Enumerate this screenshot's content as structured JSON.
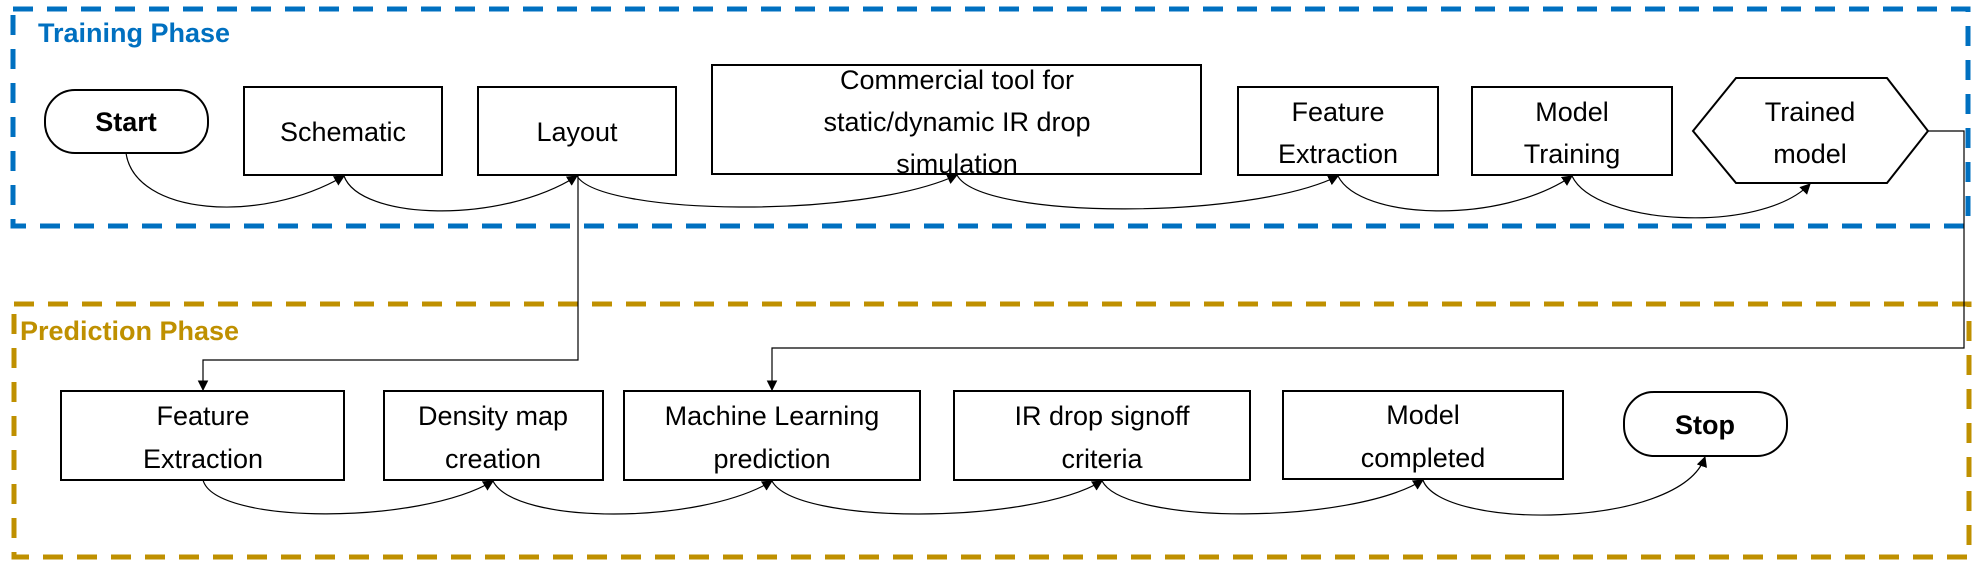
{
  "colors": {
    "training": "#0070C0",
    "prediction": "#BF9000",
    "stroke": "#000000",
    "background": "#FFFFFF"
  },
  "training_phase": {
    "label": "Training Phase",
    "nodes": [
      {
        "id": "start",
        "shape": "terminator",
        "lines": [
          "Start"
        ],
        "bold": true
      },
      {
        "id": "schematic",
        "shape": "process",
        "lines": [
          "Schematic"
        ]
      },
      {
        "id": "layout",
        "shape": "process",
        "lines": [
          "Layout"
        ]
      },
      {
        "id": "commercial-tool",
        "shape": "process",
        "lines": [
          "Commercial tool for",
          "static/dynamic IR drop",
          "simulation"
        ]
      },
      {
        "id": "feature-extraction-train",
        "shape": "process",
        "lines": [
          "Feature",
          "Extraction"
        ]
      },
      {
        "id": "model-training",
        "shape": "process",
        "lines": [
          "Model",
          "Training"
        ]
      },
      {
        "id": "trained-model",
        "shape": "hexagon",
        "lines": [
          "Trained",
          "model"
        ]
      }
    ]
  },
  "prediction_phase": {
    "label": "Prediction Phase",
    "nodes": [
      {
        "id": "feature-extraction-pred",
        "shape": "process",
        "lines": [
          "Feature",
          "Extraction"
        ]
      },
      {
        "id": "density-map",
        "shape": "process",
        "lines": [
          "Density map",
          "creation"
        ]
      },
      {
        "id": "ml-prediction",
        "shape": "process",
        "lines": [
          "Machine Learning",
          "prediction"
        ]
      },
      {
        "id": "ir-drop-signoff",
        "shape": "process",
        "lines": [
          "IR drop signoff",
          "criteria"
        ]
      },
      {
        "id": "model-completed",
        "shape": "process",
        "lines": [
          "Model",
          "completed"
        ]
      },
      {
        "id": "stop",
        "shape": "terminator",
        "lines": [
          "Stop"
        ],
        "bold": true
      }
    ]
  },
  "edges": [
    {
      "from": "start",
      "to": "schematic"
    },
    {
      "from": "schematic",
      "to": "layout"
    },
    {
      "from": "layout",
      "to": "commercial-tool"
    },
    {
      "from": "commercial-tool",
      "to": "feature-extraction-train"
    },
    {
      "from": "feature-extraction-train",
      "to": "model-training"
    },
    {
      "from": "model-training",
      "to": "trained-model"
    },
    {
      "from": "layout",
      "to": "feature-extraction-pred"
    },
    {
      "from": "trained-model",
      "to": "ml-prediction"
    },
    {
      "from": "feature-extraction-pred",
      "to": "density-map"
    },
    {
      "from": "density-map",
      "to": "ml-prediction"
    },
    {
      "from": "ml-prediction",
      "to": "ir-drop-signoff"
    },
    {
      "from": "ir-drop-signoff",
      "to": "model-completed"
    },
    {
      "from": "model-completed",
      "to": "stop"
    }
  ]
}
